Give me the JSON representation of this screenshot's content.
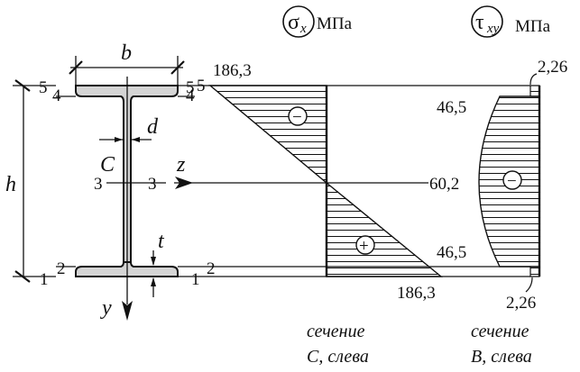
{
  "colors": {
    "ink": "#111111",
    "fill": "#d4d4d4",
    "background": "#ffffff"
  },
  "section": {
    "dim_b": "b",
    "dim_h": "h",
    "dim_d": "d",
    "dim_t": "t",
    "centroid": "C",
    "axis_z": "z",
    "axis_y": "y",
    "level_marks": [
      "5",
      "4",
      "3",
      "2",
      "1"
    ]
  },
  "sigma_diagram": {
    "symbol": "σ",
    "subscript": "x",
    "unit": "МПа",
    "top_value": "186,3",
    "bottom_value": "186,3",
    "top_sign": "−",
    "bottom_sign": "+",
    "caption_line1": "сечение",
    "caption_line2": "С, слева"
  },
  "tau_diagram": {
    "symbol": "τ",
    "subscript": "xy",
    "unit": "МПа",
    "value_top_edge": "2,26",
    "value_flange_top": "46,5",
    "value_center": "60,2",
    "value_flange_bottom": "46,5",
    "value_bottom_edge": "2,26",
    "sign": "−",
    "caption_line1": "сечение",
    "caption_line2": "В, слева"
  }
}
